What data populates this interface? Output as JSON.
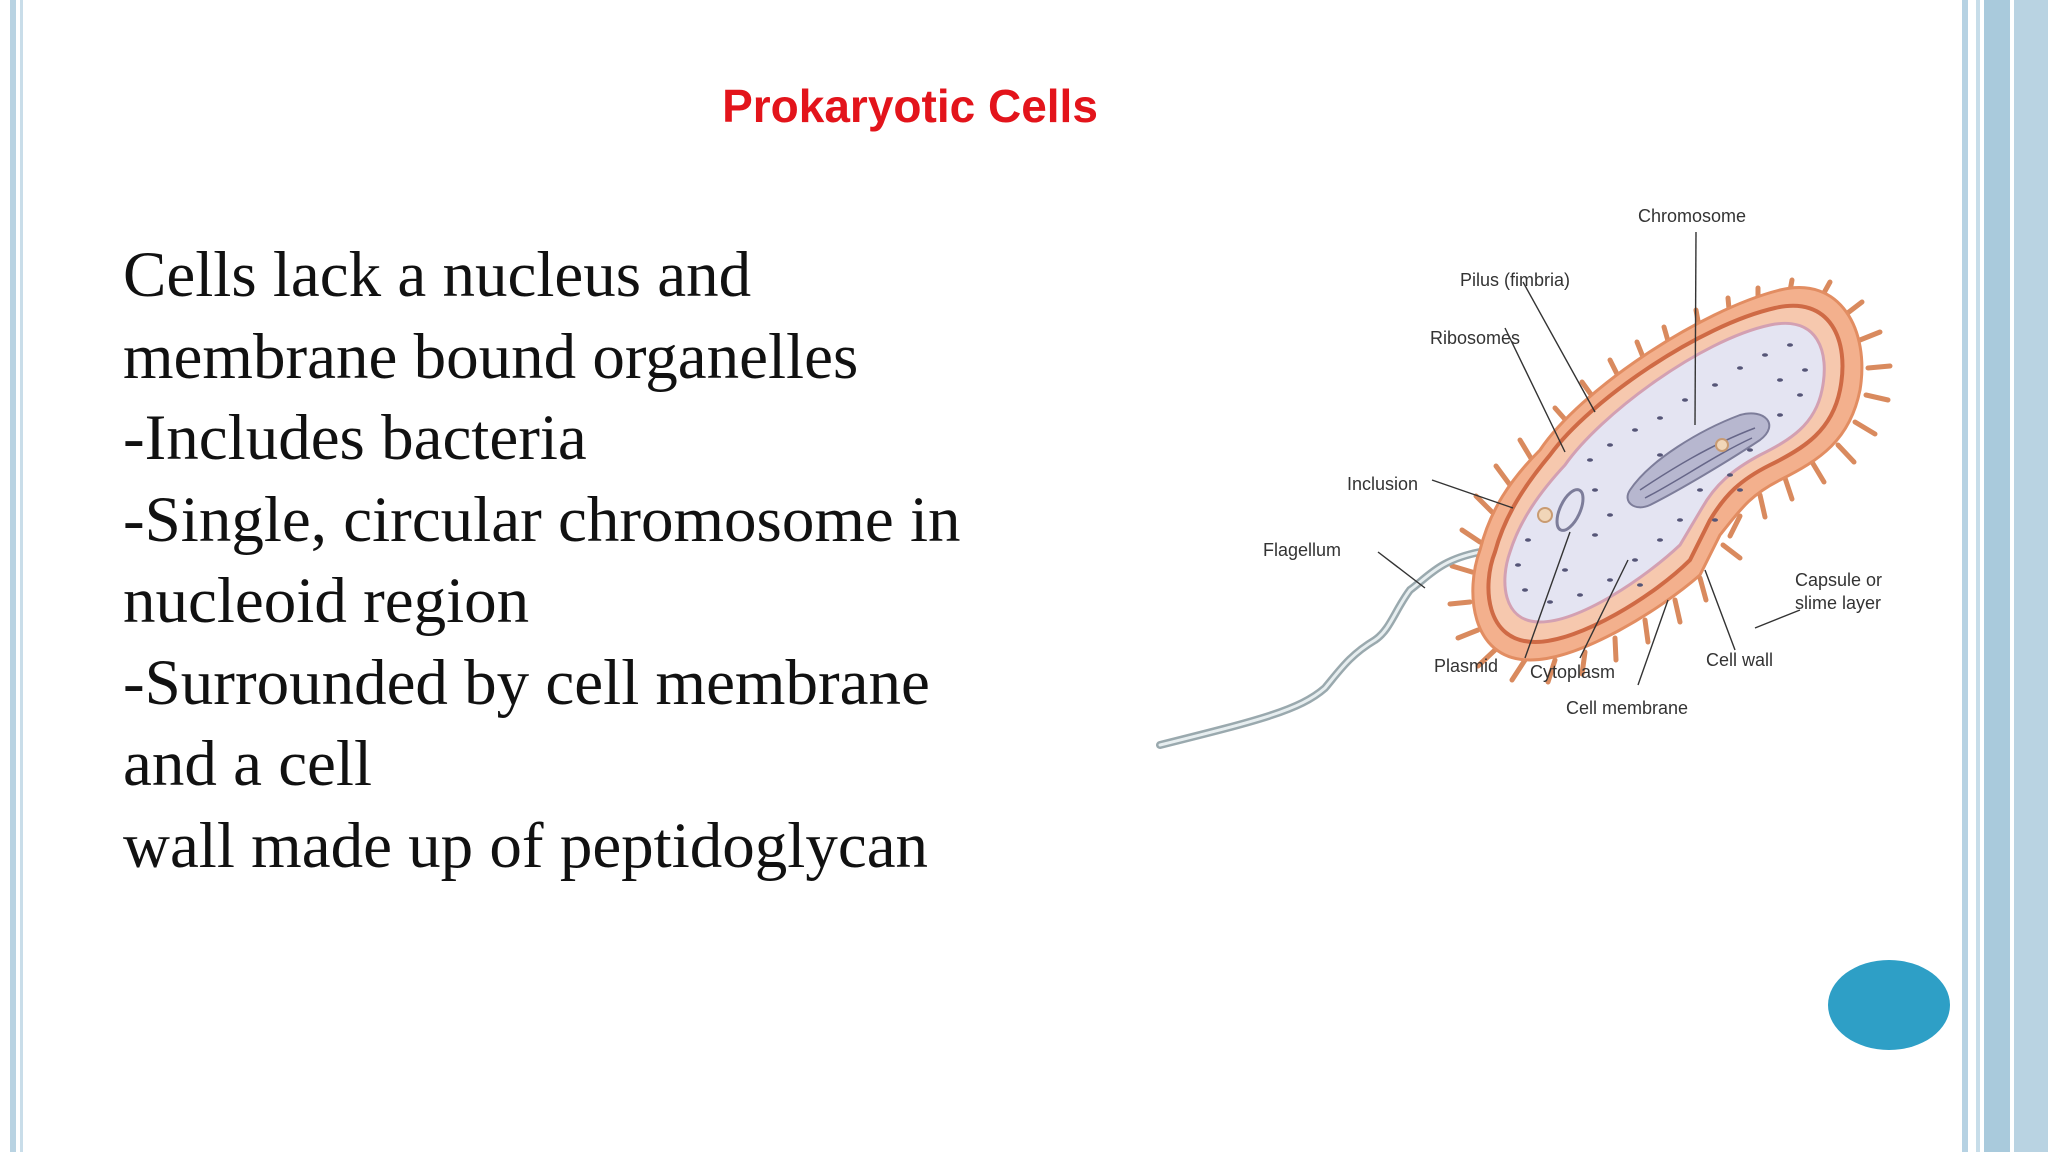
{
  "slide": {
    "title": "Prokaryotic Cells",
    "body_lines": [
      "Cells lack a nucleus and",
      "membrane bound organelles",
      "-Includes bacteria",
      "-Single, circular chromosome in",
      "nucleoid region",
      "-Surrounded by cell membrane",
      "and a cell",
      "wall made up of peptidoglycan"
    ]
  },
  "diagram": {
    "labels": {
      "chromosome": "Chromosome",
      "pilus": "Pilus (fimbria)",
      "ribosomes": "Ribosomes",
      "inclusion": "Inclusion",
      "flagellum": "Flagellum",
      "capsule_line1": "Capsule or",
      "capsule_line2": "slime layer",
      "plasmid": "Plasmid",
      "cytoplasm": "Cytoplasm",
      "cell_wall": "Cell wall",
      "cell_membrane": "Cell membrane"
    }
  },
  "colors": {
    "title": "#e3141b",
    "accent_circle": "#2e9fc6",
    "border": "#b9d3e2"
  }
}
